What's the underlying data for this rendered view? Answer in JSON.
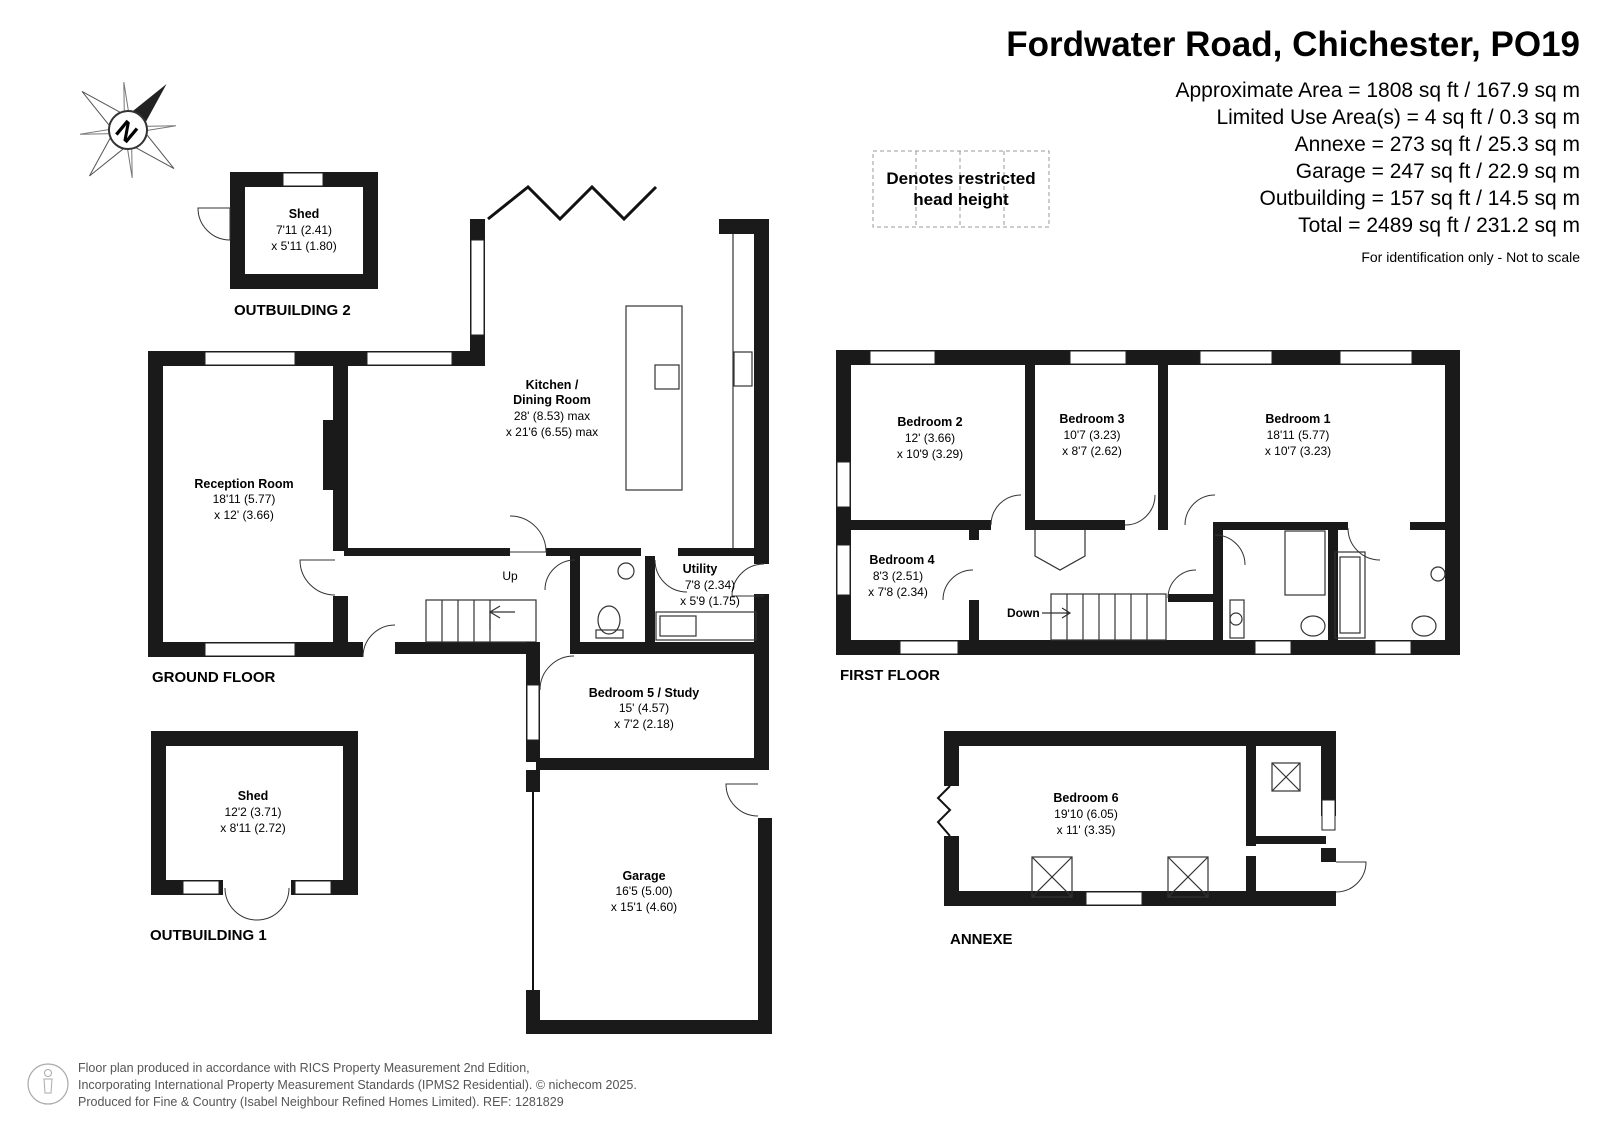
{
  "header": {
    "title": "Fordwater Road, Chichester, PO19",
    "areas": [
      "Approximate Area = 1808 sq ft / 167.9  sq m",
      "Limited Use Area(s) = 4 sq ft / 0.3 sq m",
      "Annexe = 273 sq ft / 25.3 sq m",
      "Garage = 247 sq ft / 22.9 sq m",
      "Outbuilding = 157 sq ft / 14.5 sq m",
      "Total = 2489 sq ft / 231.2 sq m"
    ],
    "disclaimer": "For identification only - Not to scale"
  },
  "legend": {
    "line1": "Denotes restricted",
    "line2": "head height"
  },
  "compass": {
    "label": "N"
  },
  "floors": {
    "ground": "GROUND FLOOR",
    "first": "FIRST FLOOR",
    "annexe": "ANNEXE",
    "outbuilding1": "OUTBUILDING 1",
    "outbuilding2": "OUTBUILDING 2"
  },
  "rooms": {
    "shed2": {
      "name": "Shed",
      "dim1": "7'11 (2.41)",
      "dim2": "x 5'11 (1.80)"
    },
    "kitchen": {
      "name1": "Kitchen /",
      "name2": "Dining Room",
      "dim1": "28' (8.53) max",
      "dim2": "x 21'6 (6.55) max"
    },
    "reception": {
      "name": "Reception Room",
      "dim1": "18'11 (5.77)",
      "dim2": "x 12' (3.66)"
    },
    "utility": {
      "name": "Utility",
      "dim1": "7'8 (2.34)",
      "dim2": "x 5'9 (1.75)"
    },
    "bedroom5": {
      "name": "Bedroom 5 /  Study",
      "dim1": "15' (4.57)",
      "dim2": "x 7'2 (2.18)"
    },
    "garage": {
      "name": "Garage",
      "dim1": "16'5 (5.00)",
      "dim2": "x 15'1 (4.60)"
    },
    "shed1": {
      "name": "Shed",
      "dim1": "12'2 (3.71)",
      "dim2": "x 8'11 (2.72)"
    },
    "bedroom2": {
      "name": "Bedroom 2",
      "dim1": "12' (3.66)",
      "dim2": "x 10'9 (3.29)"
    },
    "bedroom3": {
      "name": "Bedroom 3",
      "dim1": "10'7 (3.23)",
      "dim2": "x 8'7 (2.62)"
    },
    "bedroom1": {
      "name": "Bedroom 1",
      "dim1": "18'11 (5.77)",
      "dim2": "x 10'7 (3.23)"
    },
    "bedroom4": {
      "name": "Bedroom 4",
      "dim1": "8'3 (2.51)",
      "dim2": "x 7'8 (2.34)"
    },
    "bedroom6": {
      "name": "Bedroom 6",
      "dim1": "19'10 (6.05)",
      "dim2": "x 11' (3.35)"
    }
  },
  "stairs": {
    "up": "Up",
    "down": "Down"
  },
  "footer": {
    "line1": "Floor plan produced in accordance with RICS Property Measurement 2nd Edition,",
    "line2": "Incorporating International Property Measurement Standards (IPMS2 Residential).  © nichecom 2025.",
    "line3": "Produced for Fine & Country (Isabel Neighbour Refined Homes Limited).   REF: 1281829"
  }
}
